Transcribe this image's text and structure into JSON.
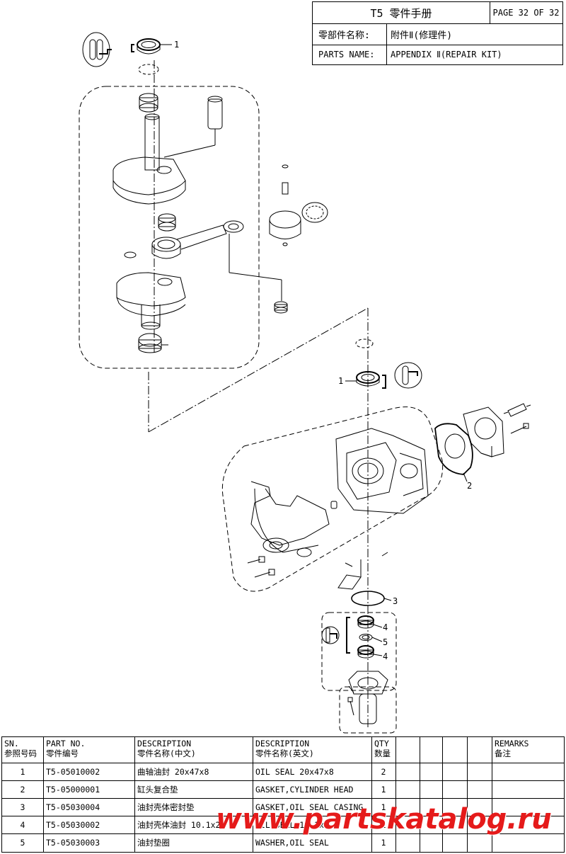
{
  "header": {
    "title": "T5 零件手册",
    "page": "PAGE 32 OF 32",
    "name_cn_label": "零部件名称:",
    "name_cn_value": "附件Ⅱ(修理件)",
    "name_en_label": "PARTS NAME:",
    "name_en_value": "APPENDIX Ⅱ(REPAIR KIT)"
  },
  "callouts": [
    "1",
    "1",
    "2",
    "3",
    "4",
    "5",
    "4"
  ],
  "table": {
    "headers": {
      "sn_en": "SN.",
      "sn_cn": "参照号码",
      "pn_en": "PART NO.",
      "pn_cn": "零件编号",
      "desc_cn_en": "DESCRIPTION",
      "desc_cn_cn": "零件名称(中文)",
      "desc_en_en": "DESCRIPTION",
      "desc_en_cn": "零件名称(英文)",
      "qty_en": "QTY",
      "qty_cn": "数量",
      "remarks_en": "REMARKS",
      "remarks_cn": "备注"
    },
    "rows": [
      {
        "sn": "1",
        "part_no": "T5-05010002",
        "desc_cn": "曲轴油封 20x47x8",
        "desc_en": "OIL SEAL 20x47x8",
        "qty": "2"
      },
      {
        "sn": "2",
        "part_no": "T5-05000001",
        "desc_cn": "缸头复合垫",
        "desc_en": "GASKET,CYLINDER HEAD",
        "qty": "1"
      },
      {
        "sn": "3",
        "part_no": "T5-05030004",
        "desc_cn": "油封壳体密封垫",
        "desc_en": "GASKET,OIL SEAL CASING",
        "qty": "1"
      },
      {
        "sn": "4",
        "part_no": "T5-05030002",
        "desc_cn": "油封壳体油封 10.1x2",
        "desc_en": "OIL SEAL 10.1x",
        "qty": "1"
      },
      {
        "sn": "5",
        "part_no": "T5-05030003",
        "desc_cn": "油封垫圈",
        "desc_en": "WASHER,OIL SEAL",
        "qty": "1"
      }
    ]
  },
  "watermark": "www.partskatalog.ru"
}
